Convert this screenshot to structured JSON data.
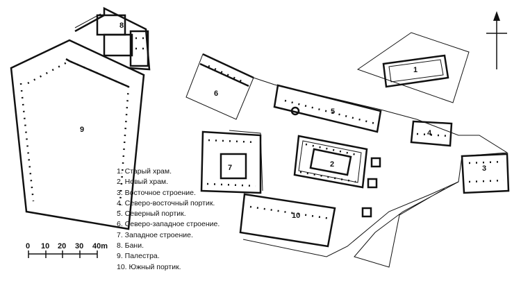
{
  "plan": {
    "building_numbers": [
      "1",
      "2",
      "3",
      "4",
      "5",
      "6",
      "7",
      "8",
      "9",
      "10"
    ],
    "legend": [
      "1. Старый храм.",
      "2. Новый храм.",
      "3. Восточное строение.",
      "4. Северо-восточный портик.",
      "5. Северный портик.",
      "6. Северо-западное строение.",
      "7. Западное строение.",
      "8. Бани.",
      "9. Палестра.",
      "10. Южный портик."
    ],
    "scale_bar": {
      "ticks": [
        "0",
        "10",
        "20",
        "30",
        "40m"
      ]
    },
    "north_arrow_icon": "north-arrow-icon"
  }
}
